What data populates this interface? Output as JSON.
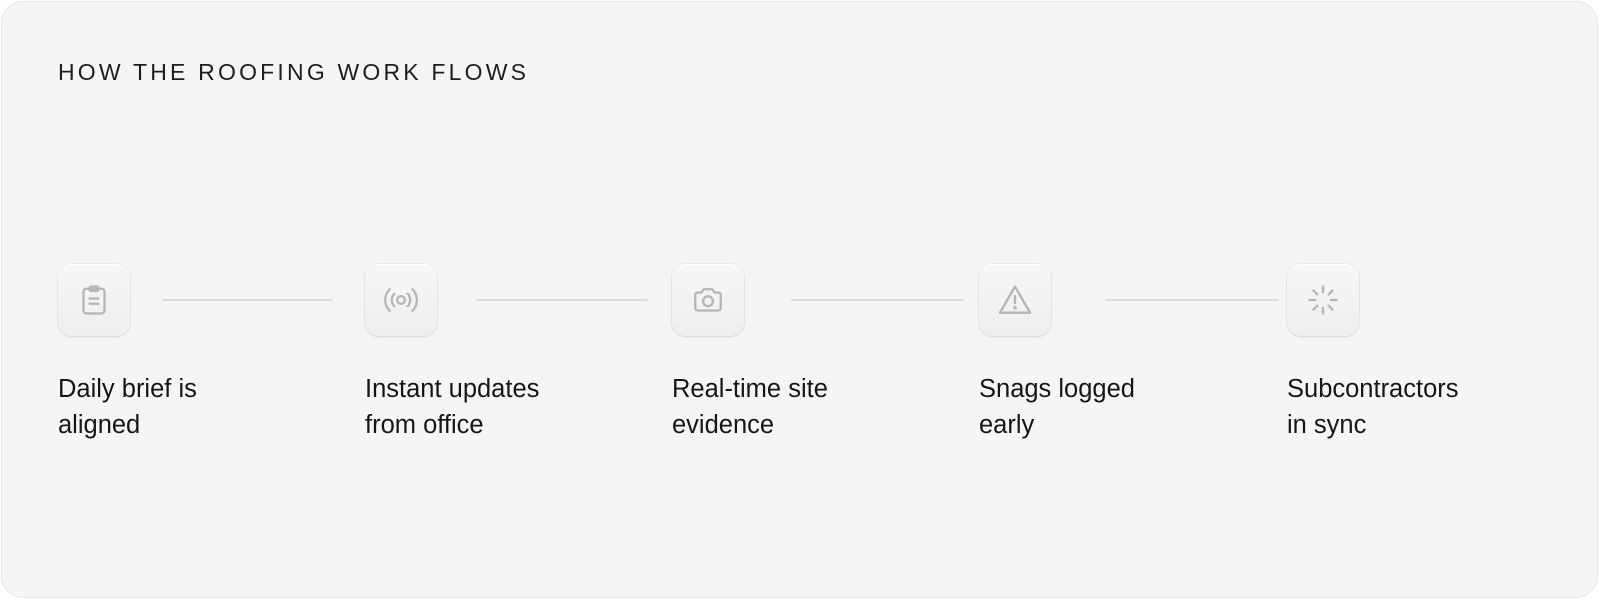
{
  "section": {
    "heading": "HOW THE ROOFING WORK FLOWS"
  },
  "steps": [
    {
      "icon": "clipboard-icon",
      "label": "Daily brief is\naligned"
    },
    {
      "icon": "broadcast-icon",
      "label": "Instant updates\nfrom office"
    },
    {
      "icon": "camera-icon",
      "label": "Real-time site\nevidence"
    },
    {
      "icon": "warning-triangle-icon",
      "label": "Snags logged\nearly"
    },
    {
      "icon": "loader-icon",
      "label": "Subcontractors\nin sync"
    }
  ],
  "colors": {
    "card_background": "#f5f5f5",
    "icon_stroke": "#b5b5b5",
    "connector": "#dcdcdc",
    "text": "#161616"
  }
}
